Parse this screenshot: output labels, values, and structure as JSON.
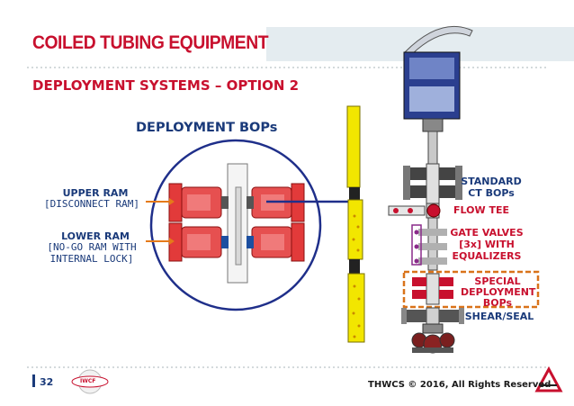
{
  "header": {
    "title": "COILED TUBING EQUIPMENT",
    "subtitle": "DEPLOYMENT SYSTEMS – OPTION 2"
  },
  "diagram": {
    "section_title": "DEPLOYMENT BOPs",
    "upper_ram": {
      "title": "UPPER RAM",
      "desc": "[DISCONNECT RAM]"
    },
    "lower_ram": {
      "title": "LOWER RAM",
      "desc_line1": "[NO-GO RAM WITH",
      "desc_line2": "INTERNAL LOCK]"
    },
    "stack_labels": {
      "standard_line1": "STANDARD",
      "standard_line2": "CT BOPs",
      "flow_tee": "FLOW TEE",
      "gate_line1": "GATE VALVES",
      "gate_line2": "[3x] WITH",
      "gate_line3": "EQUALIZERS",
      "special_line1": "SPECIAL",
      "special_line2": "DEPLOYMENT",
      "special_line3": "BOPs",
      "shear_seal": "SHEAR/SEAL"
    }
  },
  "footer": {
    "page_number": "32",
    "logo_text": "IWCF",
    "copyright": "THWCS © 2016, All Rights Reserved"
  },
  "colors": {
    "accent_red": "#c8102e",
    "navy": "#1a3a7a",
    "tool_yellow": "#f2e600",
    "band": "#e4ecf0"
  }
}
